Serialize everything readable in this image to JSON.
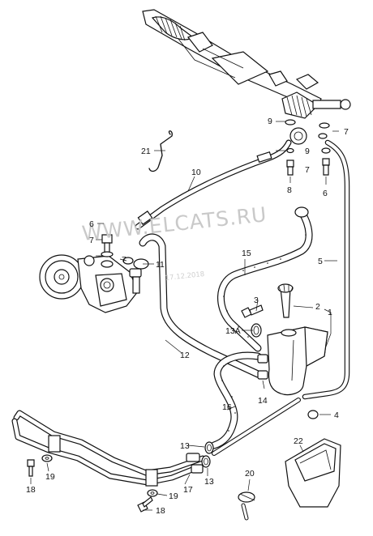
{
  "watermark": {
    "site": "WWW.ELCATS.RU",
    "date": "17.12.2018"
  },
  "callouts": [
    "1",
    "2",
    "3",
    "4",
    "5",
    "6",
    "6",
    "7",
    "7",
    "7",
    "7",
    "8",
    "9",
    "9",
    "10",
    "11",
    "12",
    "13A",
    "13",
    "13",
    "14",
    "15",
    "16",
    "17",
    "18",
    "18",
    "19",
    "19",
    "20",
    "21",
    "22"
  ],
  "colors": {
    "line": "#111111",
    "paper": "#ffffff",
    "watermark": "#c9c9c9"
  }
}
